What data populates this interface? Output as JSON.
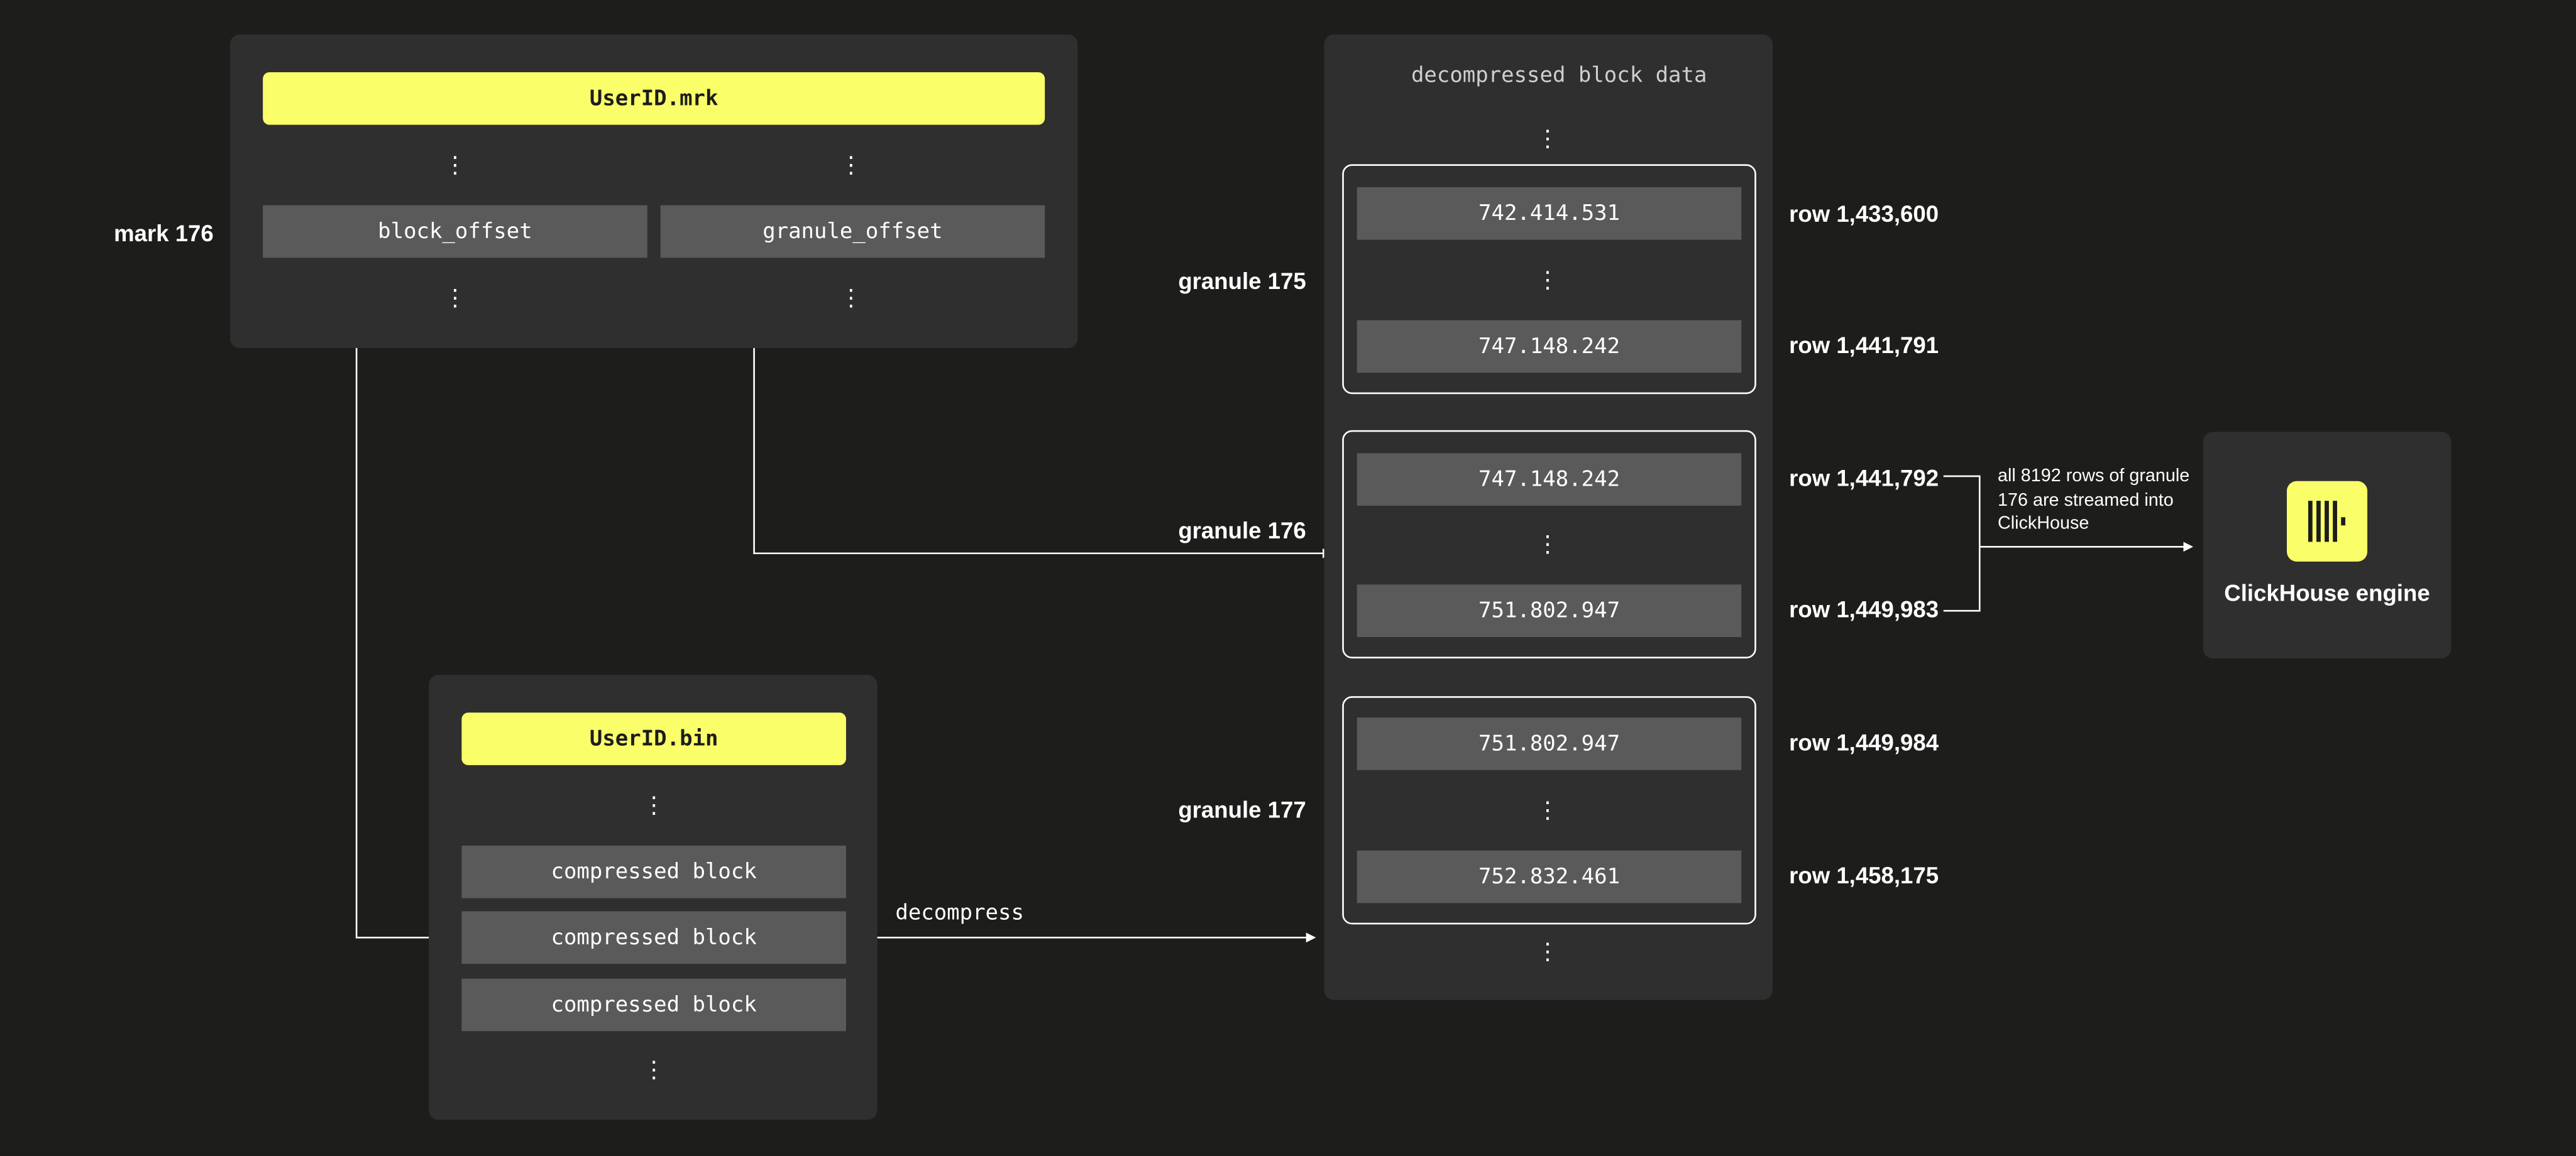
{
  "mark_file": {
    "title": "UserID.mrk",
    "mark_label": "mark 176",
    "block_offset_label": "block_offset",
    "granule_offset_label": "granule_offset",
    "dots": "⋮"
  },
  "bin_file": {
    "title": "UserID.bin",
    "blocks": [
      "compressed block",
      "compressed block",
      "compressed block"
    ],
    "dots": "⋮"
  },
  "decompress_label": "decompress",
  "decompressed": {
    "title": "decompressed block data",
    "dots": "⋮",
    "granules": [
      {
        "label": "granule 175",
        "first_value": "742.414.531",
        "last_value": "747.148.242",
        "first_row": "row 1,433,600",
        "last_row": "row 1,441,791"
      },
      {
        "label": "granule 176",
        "first_value": "747.148.242",
        "last_value": "751.802.947",
        "first_row": "row 1,441,792",
        "last_row": "row 1,449,983"
      },
      {
        "label": "granule 177",
        "first_value": "751.802.947",
        "last_value": "752.832.461",
        "first_row": "row 1,449,984",
        "last_row": "row 1,458,175"
      }
    ]
  },
  "stream_note": "all 8192 rows of granule 176 are streamed into ClickHouse",
  "engine": {
    "label": "ClickHouse engine",
    "icon": "clickhouse-logo-icon"
  },
  "colors": {
    "background": "#1d1d1b",
    "panel": "#2f2f2f",
    "cell": "#5a5a5a",
    "accent": "#faff69"
  }
}
